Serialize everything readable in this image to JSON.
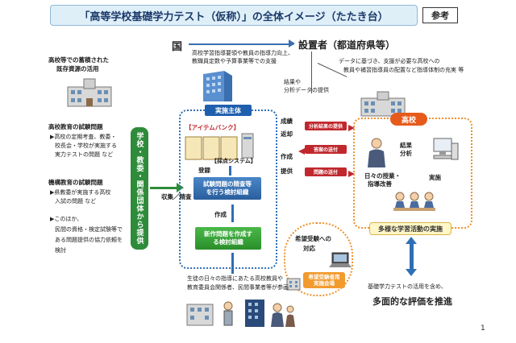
{
  "title": "「高等学校基礎学力テスト（仮称）」の全体イメージ（たたき台）",
  "ref_badge": "参考",
  "country": "国",
  "country_desc": [
    "高校学習指導要領や教員の指導力向上、",
    "教職員定数や予算事業等での支援"
  ],
  "establisher": "設置者（都道府県等）",
  "establisher_desc": [
    "データに基づき、支援が必要な高校への",
    "教員や補習指導員の配置など指導体制の充実 等"
  ],
  "results_provide": [
    "結果や",
    "分析データの提供"
  ],
  "left_heading": [
    "高校等での蓄積された",
    "既存資源の活用"
  ],
  "left_s1_title": "高校教育の試験問題",
  "left_s1_items": [
    "▶高校の定期考査、教委・",
    "校長会・学校が実施する",
    "実力テストの問題 など"
  ],
  "left_s2_title": "機構教育の試験問題",
  "left_s2_items": [
    "▶県教委が実施する高校",
    "入試の問題 など"
  ],
  "left_s3_items": [
    "▶このほか、",
    "民間の資格・検定試験等で",
    "ある問題提供の協力依頼を",
    "検討"
  ],
  "green_vertical": "学校・教委・関係団体から提供",
  "collect": "収集／精査",
  "impl_body": "実施主体",
  "item_bank": "【アイテムバンク】",
  "scoring_system": "【採点システム】",
  "register": "登録",
  "review_org": [
    "試験問題の精査等",
    "を行う検討組織"
  ],
  "create": "作成",
  "new_org": [
    "新作問題を作成す",
    "る検討組織"
  ],
  "grade_return": [
    "成績",
    "返却"
  ],
  "create_provide": [
    "作成",
    "提供"
  ],
  "tag_analysis": "分析結果の提供",
  "tag_answer": "答案の送付",
  "tag_problem": "問題の送付",
  "high_school": "高校",
  "result_analysis": [
    "結果",
    "分析"
  ],
  "daily_class": [
    "日々の授業・",
    "指導改善"
  ],
  "implement": "実施",
  "diverse_learning": "多様な学習活動の実施",
  "applicant_support": [
    "希望受験への",
    "対応"
  ],
  "applicant_venue": [
    "希望受験者用",
    "実施会場"
  ],
  "bottom_desc": [
    "生徒の日々の指導にあたる高校教員や",
    "教育委員会関係者、民間事業者等が参画"
  ],
  "eval_desc": "基礎学力テストの活用を含め、",
  "eval_title": "多面的な評価を推進",
  "page_number": "1"
}
